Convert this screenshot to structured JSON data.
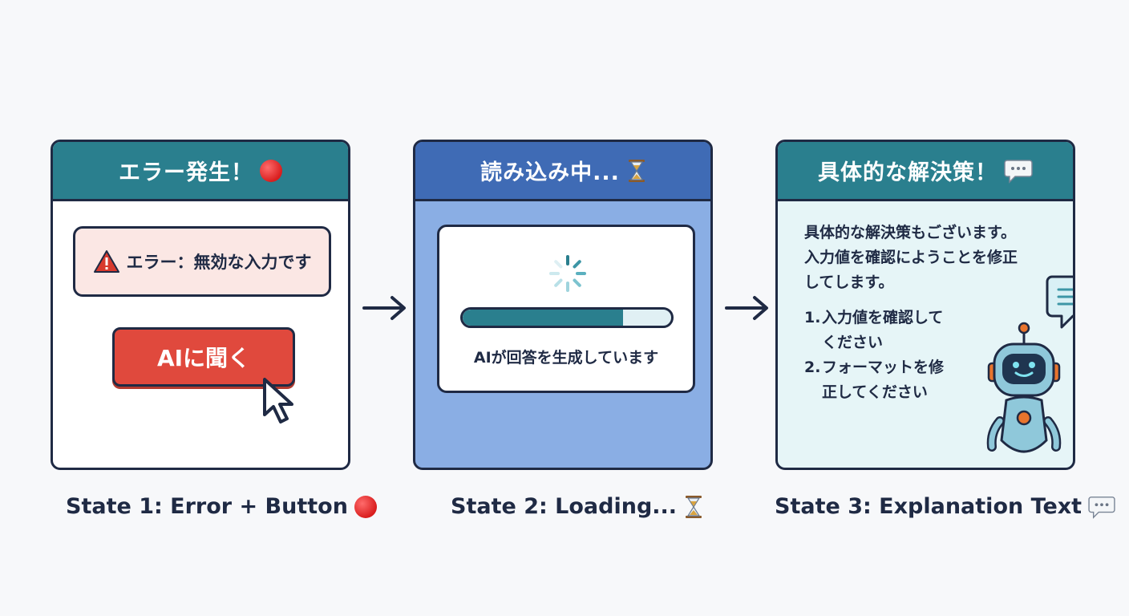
{
  "panels": [
    {
      "header": "エラー発生！",
      "error_message": "エラー：無効な入力です",
      "button_label": "AIに聞く",
      "caption": "State 1: Error + Button"
    },
    {
      "header": "読み込み中...",
      "loading_text": "AIが回答を生成しています",
      "progress": 0.77,
      "caption": "State 2: Loading..."
    },
    {
      "header": "具体的な解決策！",
      "body_lines": [
        "具体的な解決策もございます。",
        "入力値を確認にようことを修正",
        "してします。"
      ],
      "steps": [
        {
          "num": "1.",
          "line1": "入力値を確認して",
          "line2": "ください"
        },
        {
          "num": "2.",
          "line1": "フォーマットを修",
          "line2": "正してください"
        }
      ],
      "caption": "State 3: Explanation Text"
    }
  ],
  "icons": {
    "state1": "red-circle-icon",
    "state2": "hourglass-icon",
    "state3": "speech-bubble-icon"
  },
  "colors": {
    "teal_header": "#2a7f8e",
    "blue_header": "#3f6bb5",
    "error_red": "#e0493d",
    "outline": "#1f2a44"
  }
}
